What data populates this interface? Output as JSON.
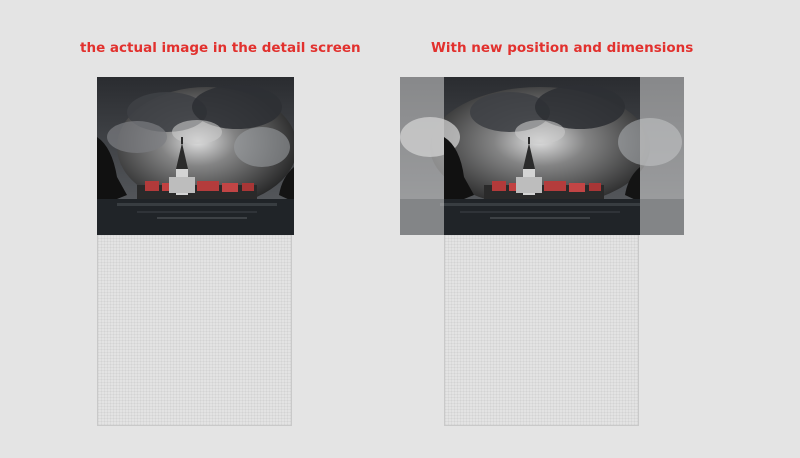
{
  "captions": {
    "left": "the actual image in the detail screen",
    "right": "With new position and dimensions"
  },
  "colors": {
    "caption": "#e2312e",
    "background": "#e4e4e4",
    "phone_bg": "#e3e3e3",
    "phone_border": "#c9c9c9"
  },
  "left_panel": {
    "image": "stormy-village-church-photo"
  },
  "right_panel": {
    "image": "stormy-village-church-photo-extended",
    "watermark_text": ""
  }
}
